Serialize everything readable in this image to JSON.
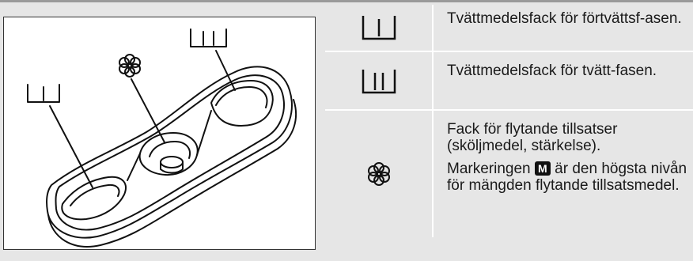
{
  "figure": {
    "labels": {
      "prewash_compartment": "I",
      "wash_compartment": "II"
    }
  },
  "table": {
    "rows": [
      {
        "symbol": "prewash-compartment-icon",
        "text": "Tvättmedelsfack för förtvättsf-asen."
      },
      {
        "symbol": "wash-compartment-icon",
        "text": "Tvättmedelsfack för tvätt-fasen."
      },
      {
        "symbol": "flower-icon",
        "text": "Fack för flytande tillsatser (sköljmedel, stärkelse).",
        "note_before": "Markeringen",
        "note_badge": "M",
        "note_after": "är den högsta nivån för mängden flytande tillsatsmedel."
      }
    ]
  }
}
